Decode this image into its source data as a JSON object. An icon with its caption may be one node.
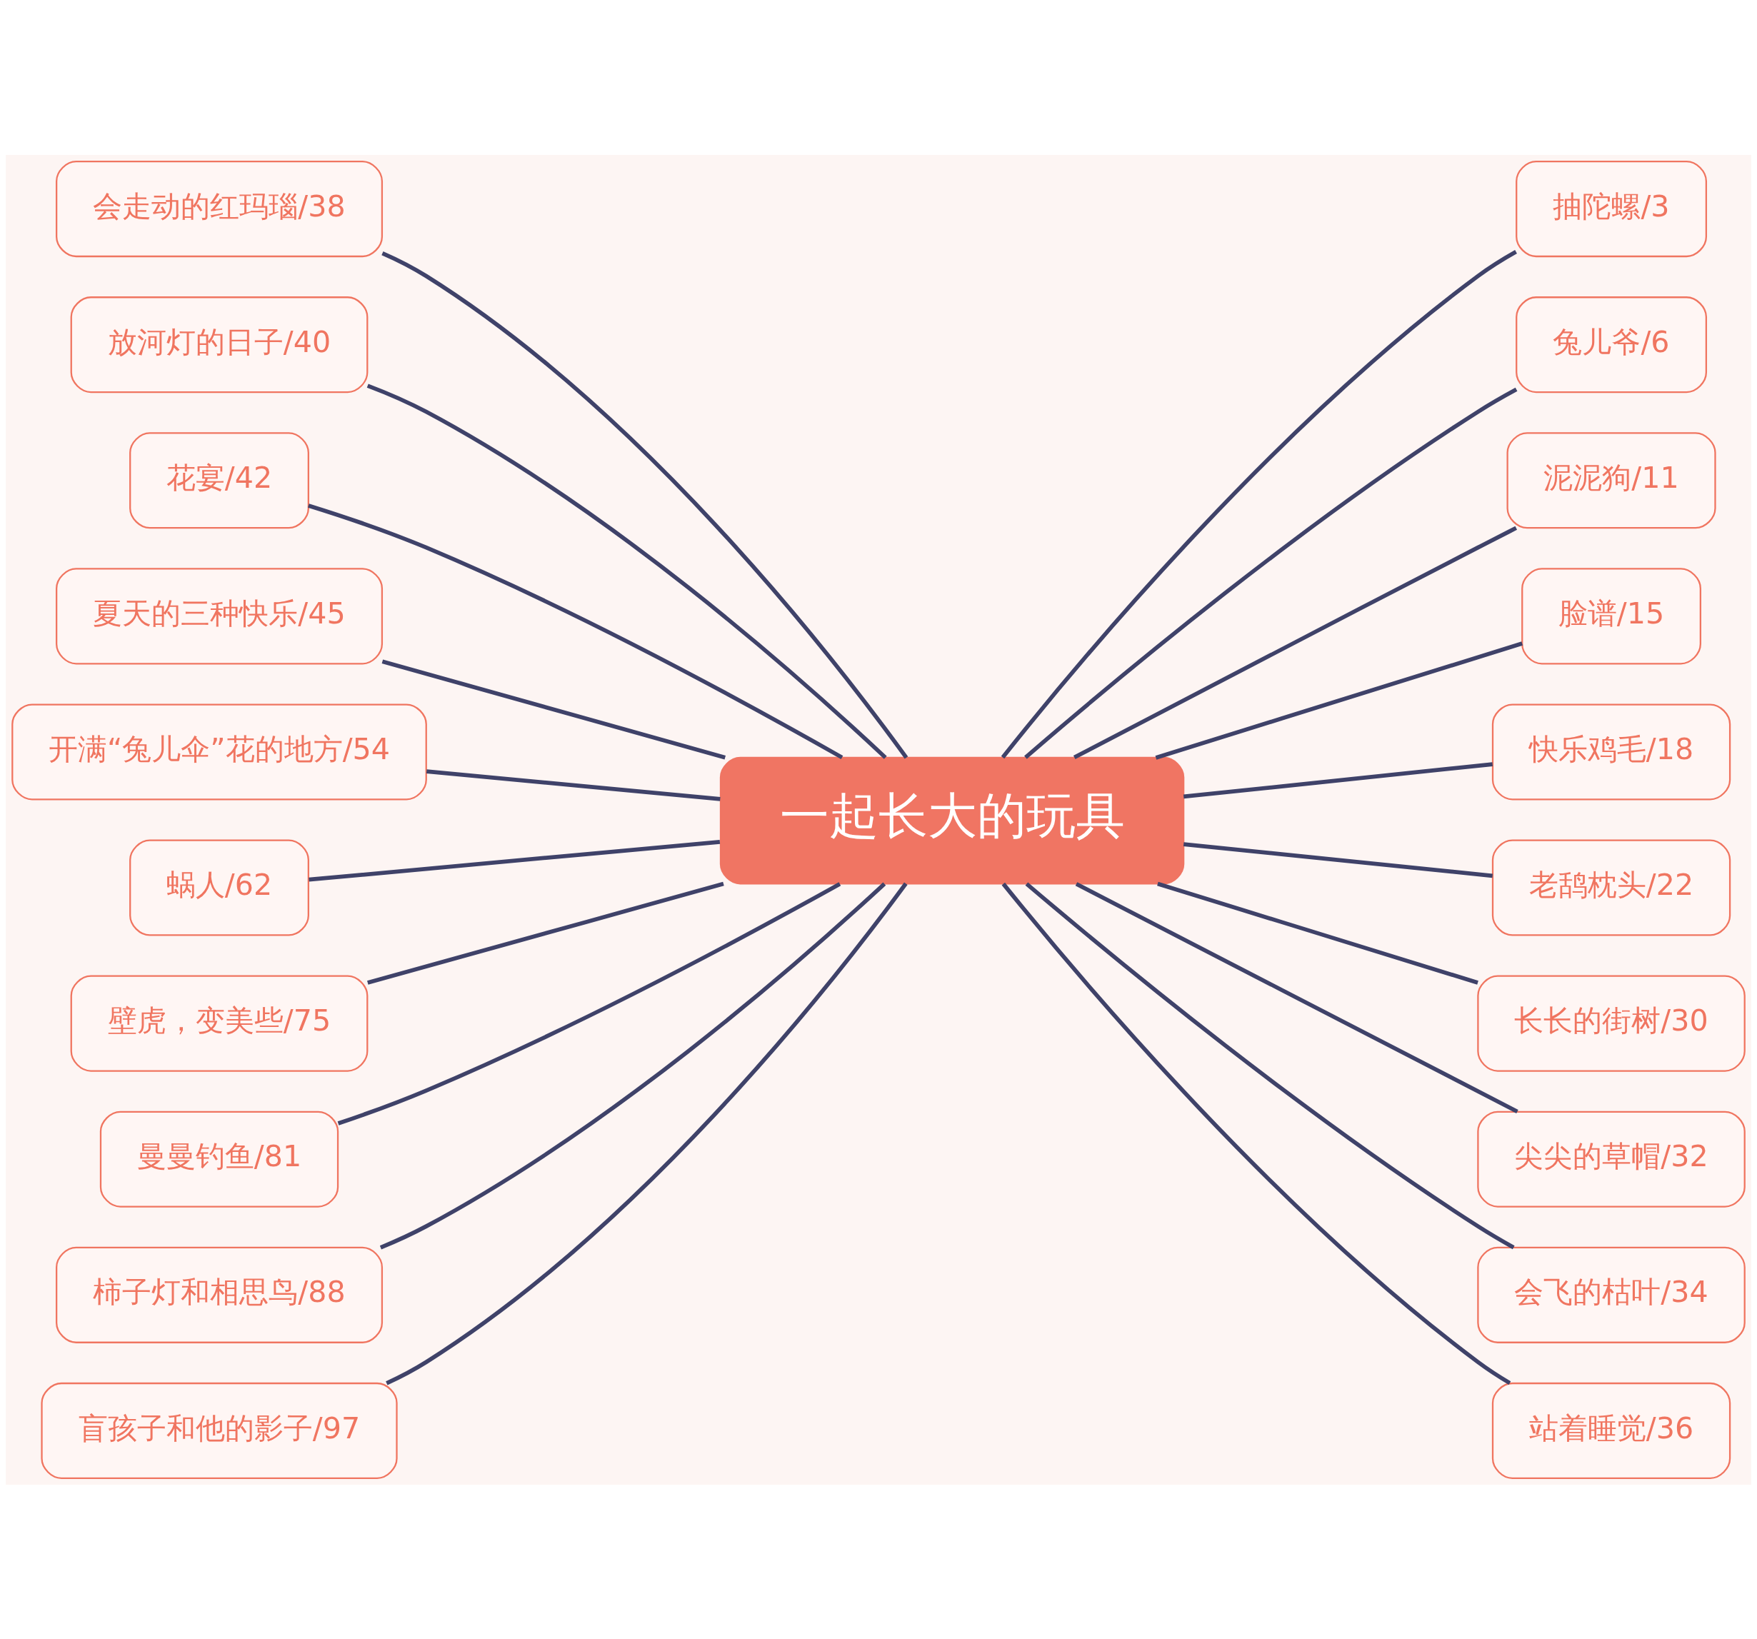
{
  "diagram": {
    "nodes": [
      {
        "text": [
          "一起长大的玩具"
        ]
      },
      {
        "text": [
          "会走动的红玛瑙/38"
        ]
      },
      {
        "text": [
          "放河灯的日子/40"
        ]
      },
      {
        "text": [
          "花宴/42"
        ]
      },
      {
        "text": [
          "夏天的三种快乐/45"
        ]
      },
      {
        "text": [
          "开满“兔儿伞”花的地方/54"
        ]
      },
      {
        "text": [
          "蜗人/62"
        ]
      },
      {
        "text": [
          "壁虎，变美些/75"
        ]
      },
      {
        "text": [
          "曼曼钓鱼/81"
        ]
      },
      {
        "text": [
          "柿子灯和相思鸟/88"
        ]
      },
      {
        "text": [
          "盲孩子和他的影子/97"
        ]
      },
      {
        "text": [
          "抽陀螺/3"
        ]
      },
      {
        "text": [
          "兔儿爷/6"
        ]
      },
      {
        "text": [
          "泥泥狗/11"
        ]
      },
      {
        "text": [
          "脸谱/15"
        ]
      },
      {
        "text": [
          "快乐鸡毛/18"
        ]
      },
      {
        "text": [
          "老鸹枕头/22"
        ]
      },
      {
        "text": [
          "长长的街树/30"
        ]
      },
      {
        "text": [
          "尖尖的草帽/32"
        ]
      },
      {
        "text": [
          "会飞的枯叶/34"
        ]
      },
      {
        "text": [
          "站着睡觉/36"
        ]
      }
    ],
    "edges": [
      {
        "from": 1,
        "to": 0,
        "arrow": "none"
      },
      {
        "from": 2,
        "to": 0,
        "arrow": "none"
      },
      {
        "from": 3,
        "to": 0,
        "arrow": "none"
      },
      {
        "from": 4,
        "to": 0,
        "arrow": "none"
      },
      {
        "from": 5,
        "to": 0,
        "arrow": "none"
      },
      {
        "from": 6,
        "to": 0,
        "arrow": "none"
      },
      {
        "from": 7,
        "to": 0,
        "arrow": "none"
      },
      {
        "from": 8,
        "to": 0,
        "arrow": "none"
      },
      {
        "from": 9,
        "to": 0,
        "arrow": "none"
      },
      {
        "from": 10,
        "to": 0,
        "arrow": "none"
      },
      {
        "from": 0,
        "to": 11,
        "arrow": "none"
      },
      {
        "from": 0,
        "to": 12,
        "arrow": "none"
      },
      {
        "from": 0,
        "to": 13,
        "arrow": "none"
      },
      {
        "from": 0,
        "to": 14,
        "arrow": "none"
      },
      {
        "from": 0,
        "to": 15,
        "arrow": "none"
      },
      {
        "from": 0,
        "to": 16,
        "arrow": "none"
      },
      {
        "from": 0,
        "to": 17,
        "arrow": "none"
      },
      {
        "from": 0,
        "to": 18,
        "arrow": "none"
      },
      {
        "from": 0,
        "to": 19,
        "arrow": "none"
      },
      {
        "from": 0,
        "to": 20,
        "arrow": "none"
      }
    ]
  }
}
